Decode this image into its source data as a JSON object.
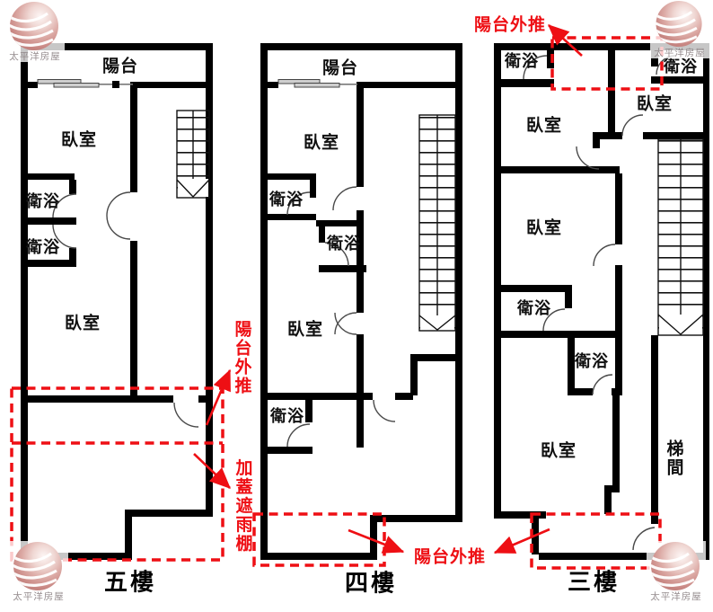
{
  "brand": {
    "watermark_text": "太平洋房屋"
  },
  "colors": {
    "wall": "#000000",
    "annotation_red": "#ee0f14",
    "door_arc": "#4a4a4a",
    "watermark_gray": "#8a8082"
  },
  "shared_annotations": {
    "balcony_push_bottom": "陽台外推"
  },
  "floors": [
    {
      "id": "floor-5",
      "title": "五樓",
      "rooms": {
        "balcony": "陽台",
        "bedroom_top": "臥室",
        "bath_upper": "衛浴",
        "bath_lower": "衛浴",
        "bedroom_bottom": "臥室"
      },
      "annotations": {
        "balcony_push": "陽台外推",
        "rain_canopy": "加蓋遮雨棚"
      }
    },
    {
      "id": "floor-4",
      "title": "四樓",
      "rooms": {
        "balcony": "陽台",
        "bedroom_top": "臥室",
        "bath_left": "衛浴",
        "bath_center": "衛浴",
        "bedroom_mid": "臥室",
        "bath_bottom": "衛浴"
      }
    },
    {
      "id": "floor-3",
      "title": "三樓",
      "rooms": {
        "bath_top_left": "衛浴",
        "bath_top_right": "衛浴",
        "bedroom_top_right": "臥室",
        "bedroom_1": "臥室",
        "bedroom_2": "臥室",
        "bath_mid_left": "衛浴",
        "bath_center": "衛浴",
        "bedroom_bottom": "臥室",
        "stairwell": "梯間"
      },
      "annotations": {
        "balcony_push_top": "陽台外推"
      }
    }
  ]
}
